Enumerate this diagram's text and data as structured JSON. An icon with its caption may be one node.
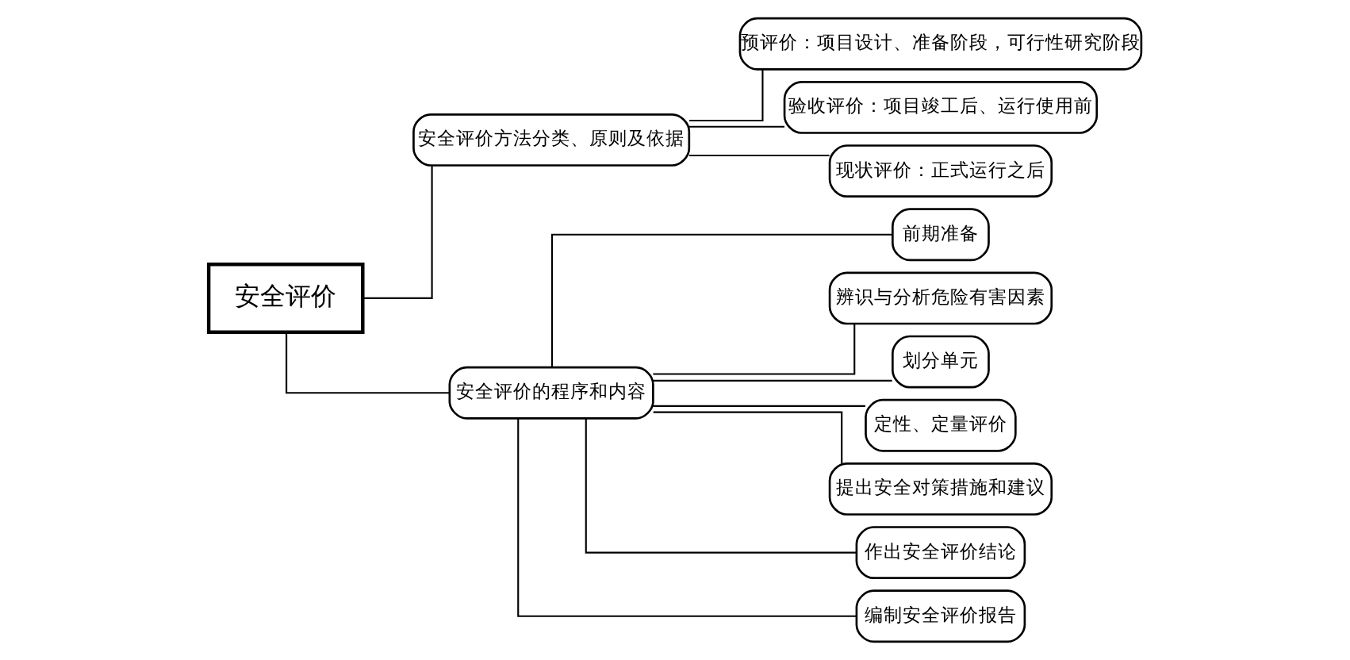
{
  "diagram": {
    "nodes": [
      {
        "text": [
          "安全评价"
        ]
      },
      {
        "text": [
          "安全评价方法分类、原则及依据"
        ]
      },
      {
        "text": [
          "预评价：项目设计、准备阶段，可行性研究阶段"
        ]
      },
      {
        "text": [
          "验收评价：项目竣工后、运行使用前"
        ]
      },
      {
        "text": [
          "现状评价：正式运行之后"
        ]
      },
      {
        "text": [
          "安全评价的程序和内容"
        ]
      },
      {
        "text": [
          "前期准备"
        ]
      },
      {
        "text": [
          "辨识与分析危险有害因素"
        ]
      },
      {
        "text": [
          "划分单元"
        ]
      },
      {
        "text": [
          "定性、定量评价"
        ]
      },
      {
        "text": [
          "提出安全对策措施和建议"
        ]
      },
      {
        "text": [
          "作出安全评价结论"
        ]
      },
      {
        "text": [
          "编制安全评价报告"
        ]
      }
    ],
    "edges": [
      {
        "from": 0,
        "to": 1,
        "arrow": "none"
      },
      {
        "from": 0,
        "to": 5,
        "arrow": "none"
      },
      {
        "from": 1,
        "to": 2,
        "arrow": "none"
      },
      {
        "from": 1,
        "to": 3,
        "arrow": "none"
      },
      {
        "from": 1,
        "to": 4,
        "arrow": "none"
      },
      {
        "from": 5,
        "to": 6,
        "arrow": "none"
      },
      {
        "from": 5,
        "to": 7,
        "arrow": "none"
      },
      {
        "from": 5,
        "to": 8,
        "arrow": "none"
      },
      {
        "from": 5,
        "to": 9,
        "arrow": "none"
      },
      {
        "from": 5,
        "to": 10,
        "arrow": "none"
      },
      {
        "from": 5,
        "to": 11,
        "arrow": "none"
      },
      {
        "from": 5,
        "to": 12,
        "arrow": "none"
      }
    ]
  }
}
